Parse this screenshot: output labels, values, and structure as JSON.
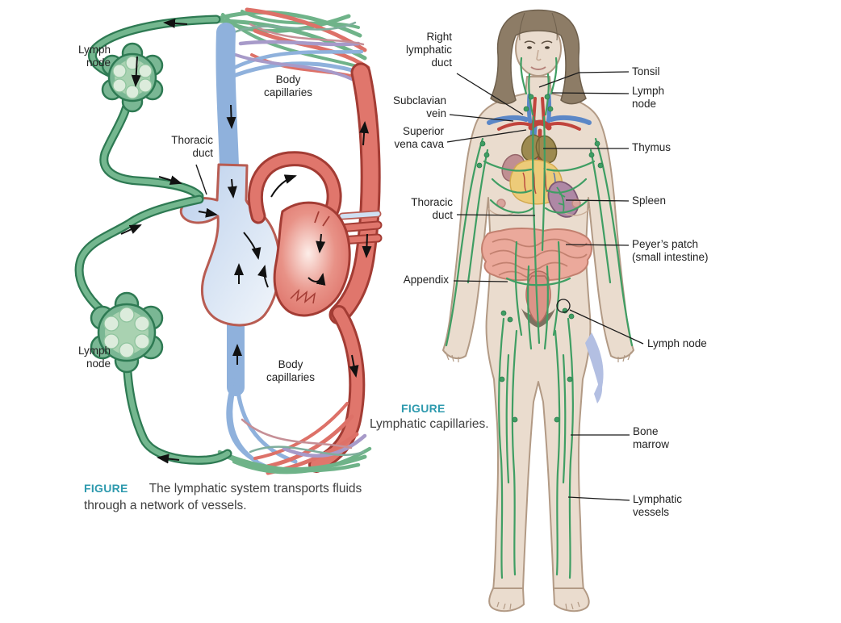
{
  "figure_left": {
    "caption_tag": "FIGURE",
    "caption_text": "The lymphatic system transports fluids through a network of vessels.",
    "labels": {
      "lymph_node_top": "Lymph\nnode",
      "body_capillaries_top": "Body\ncapillaries",
      "thoracic_duct": "Thoracic\nduct",
      "lymph_node_bottom": "Lymph\nnode",
      "body_capillaries_bottom": "Body\ncapillaries"
    }
  },
  "figure_right": {
    "caption_tag": "FIGURE",
    "caption_text": "Lymphatic capillaries.",
    "labels": {
      "right_lymphatic_duct": "Right\nlymphatic\nduct",
      "subclavian_vein": "Subclavian\nvein",
      "superior_vena_cava": "Superior\nvena cava",
      "thoracic_duct": "Thoracic\nduct",
      "appendix": "Appendix",
      "tonsil": "Tonsil",
      "lymph_node_neck": "Lymph\nnode",
      "thymus": "Thymus",
      "spleen": "Spleen",
      "peyers_patch": "Peyer’s patch\n(small intestine)",
      "lymph_node_groin": "Lymph node",
      "bone_marrow": "Bone\nmarrow",
      "lymphatic_vessels": "Lymphatic\nvessels"
    }
  },
  "colors": {
    "caption_accent": "#2e9aae",
    "lymph_green": "#6fb389",
    "artery_red": "#dd7168",
    "vein_blue": "#8fb1dc",
    "skin": "#eadcce",
    "label_text": "#222222"
  }
}
